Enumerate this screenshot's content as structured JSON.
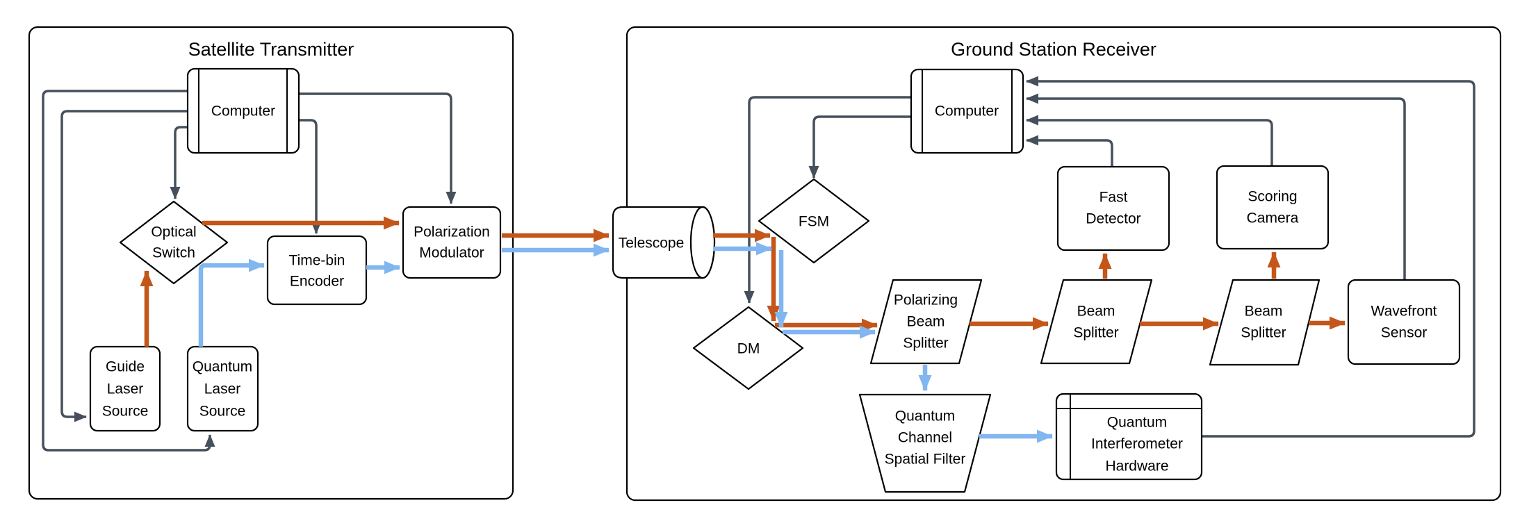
{
  "colors": {
    "outline": "#000000",
    "control": "#46505C",
    "guide_beam": "#C4561A",
    "quantum_beam": "#82B6F0",
    "telescope_fill": "#ECEFF1",
    "background": "#FFFFFF"
  },
  "containers": {
    "satellite": {
      "title": "Satellite Transmitter"
    },
    "ground": {
      "title": "Ground Station Receiver"
    }
  },
  "nodes": {
    "sat_computer": {
      "label": "Computer"
    },
    "optical_switch": {
      "lines": [
        "Optical",
        "Switch"
      ]
    },
    "time_bin_encoder": {
      "lines": [
        "Time-bin",
        "Encoder"
      ]
    },
    "polarization_modulator": {
      "lines": [
        "Polarization",
        "Modulator"
      ]
    },
    "guide_laser": {
      "lines": [
        "Guide",
        "Laser",
        "Source"
      ]
    },
    "quantum_laser": {
      "lines": [
        "Quantum",
        "Laser",
        "Source"
      ]
    },
    "telescope": {
      "label": "Telescope"
    },
    "gnd_computer": {
      "label": "Computer"
    },
    "fsm": {
      "label": "FSM"
    },
    "dm": {
      "label": "DM"
    },
    "polarizing_beam_splitter": {
      "lines": [
        "Polarizing",
        "Beam",
        "Splitter"
      ]
    },
    "beam_splitter_1": {
      "lines": [
        "Beam",
        "Splitter"
      ]
    },
    "beam_splitter_2": {
      "lines": [
        "Beam",
        "Splitter"
      ]
    },
    "fast_detector": {
      "lines": [
        "Fast",
        "Detector"
      ]
    },
    "scoring_camera": {
      "lines": [
        "Scoring",
        "Camera"
      ]
    },
    "wavefront_sensor": {
      "lines": [
        "Wavefront",
        "Sensor"
      ]
    },
    "spatial_filter": {
      "lines": [
        "Quantum",
        "Channel",
        "Spatial Filter"
      ]
    },
    "quantum_interferometer": {
      "lines": [
        "Quantum",
        "Interferometer",
        "Hardware"
      ]
    }
  },
  "edges": [
    {
      "from": "sat_computer",
      "to": "quantum_laser",
      "type": "control"
    },
    {
      "from": "sat_computer",
      "to": "guide_laser",
      "type": "control"
    },
    {
      "from": "sat_computer",
      "to": "optical_switch",
      "type": "control"
    },
    {
      "from": "sat_computer",
      "to": "time_bin_encoder",
      "type": "control"
    },
    {
      "from": "sat_computer",
      "to": "polarization_modulator",
      "type": "control"
    },
    {
      "from": "guide_laser",
      "to": "optical_switch",
      "type": "guide_beam"
    },
    {
      "from": "quantum_laser",
      "to": "time_bin_encoder",
      "type": "quantum_beam"
    },
    {
      "from": "optical_switch",
      "to": "polarization_modulator",
      "type": "guide_beam"
    },
    {
      "from": "time_bin_encoder",
      "to": "polarization_modulator",
      "type": "quantum_beam"
    },
    {
      "from": "polarization_modulator",
      "to": "telescope",
      "type": "guide_beam"
    },
    {
      "from": "polarization_modulator",
      "to": "telescope",
      "type": "quantum_beam"
    },
    {
      "from": "telescope",
      "to": "fsm",
      "type": "guide_beam"
    },
    {
      "from": "telescope",
      "to": "fsm",
      "type": "quantum_beam"
    },
    {
      "from": "fsm",
      "to": "dm",
      "type": "guide_beam"
    },
    {
      "from": "fsm",
      "to": "dm",
      "type": "quantum_beam"
    },
    {
      "from": "dm",
      "to": "polarizing_beam_splitter",
      "type": "guide_beam"
    },
    {
      "from": "dm",
      "to": "polarizing_beam_splitter",
      "type": "quantum_beam"
    },
    {
      "from": "polarizing_beam_splitter",
      "to": "beam_splitter_1",
      "type": "guide_beam"
    },
    {
      "from": "beam_splitter_1",
      "to": "fast_detector",
      "type": "guide_beam"
    },
    {
      "from": "beam_splitter_1",
      "to": "beam_splitter_2",
      "type": "guide_beam"
    },
    {
      "from": "beam_splitter_2",
      "to": "scoring_camera",
      "type": "guide_beam"
    },
    {
      "from": "beam_splitter_2",
      "to": "wavefront_sensor",
      "type": "guide_beam"
    },
    {
      "from": "polarizing_beam_splitter",
      "to": "spatial_filter",
      "type": "quantum_beam"
    },
    {
      "from": "spatial_filter",
      "to": "quantum_interferometer",
      "type": "quantum_beam"
    },
    {
      "from": "gnd_computer",
      "to": "dm",
      "type": "control"
    },
    {
      "from": "gnd_computer",
      "to": "fsm",
      "type": "control"
    },
    {
      "from": "fast_detector",
      "to": "gnd_computer",
      "type": "control"
    },
    {
      "from": "scoring_camera",
      "to": "gnd_computer",
      "type": "control"
    },
    {
      "from": "wavefront_sensor",
      "to": "gnd_computer",
      "type": "control"
    },
    {
      "from": "quantum_interferometer",
      "to": "gnd_computer",
      "type": "control"
    }
  ]
}
